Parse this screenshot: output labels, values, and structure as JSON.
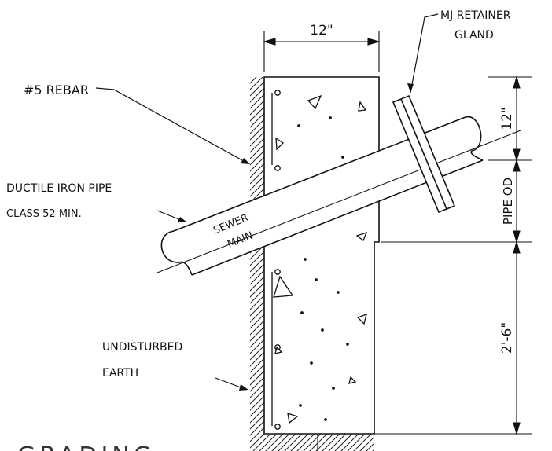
{
  "labels": {
    "rebar": "#5 REBAR",
    "retainer_line1": "MJ RETAINER",
    "retainer_line2": "GLAND",
    "pipe_line1": "DUCTILE IRON PIPE",
    "pipe_line2": "CLASS 52 MIN.",
    "sewer": "SEWER",
    "main": "MAIN",
    "earth_line1": "UNDISTURBED",
    "earth_line2": "EARTH"
  },
  "dimensions": {
    "top_width": "12\"",
    "right_upper": "12\"",
    "right_pipe": "PIPE OD",
    "right_lower": "2'-6\""
  },
  "footer_text": "GRADING"
}
